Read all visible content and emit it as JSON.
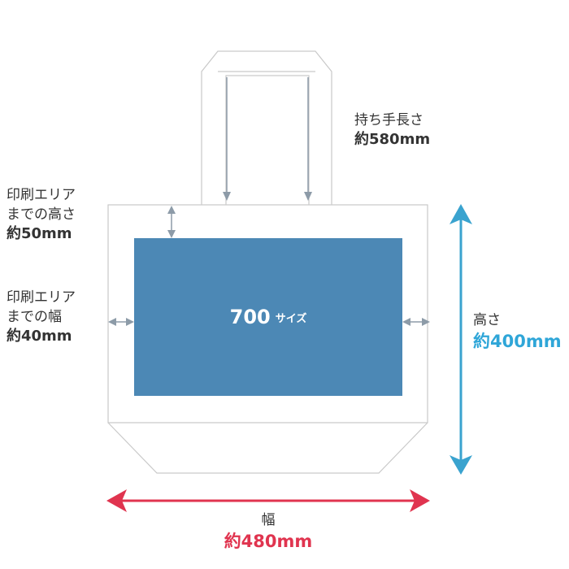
{
  "colors": {
    "outline": "#c9c9c9",
    "print_area": "#4c88b5",
    "print_arrow": "#8d9ba8",
    "height_arrow": "#3aa3cf",
    "width_arrow": "#e0344f",
    "text": "#333333",
    "height_value_color": "#2fa6d8",
    "width_value_color": "#e0344f"
  },
  "print_area": {
    "size_number": "700",
    "size_unit": "サイズ"
  },
  "labels": {
    "handle": {
      "title": "持ち手長さ",
      "value": "約580mm"
    },
    "print_top": {
      "line1": "印刷エリア",
      "line2": "までの高さ",
      "value": "約50mm"
    },
    "print_side": {
      "line1": "印刷エリア",
      "line2": "までの幅",
      "value": "約40mm"
    },
    "height": {
      "title": "高さ",
      "value": "約400mm"
    },
    "width": {
      "title": "幅",
      "value": "約480mm"
    }
  },
  "icons": [
    "double-headed-arrow",
    "arrow-down"
  ]
}
